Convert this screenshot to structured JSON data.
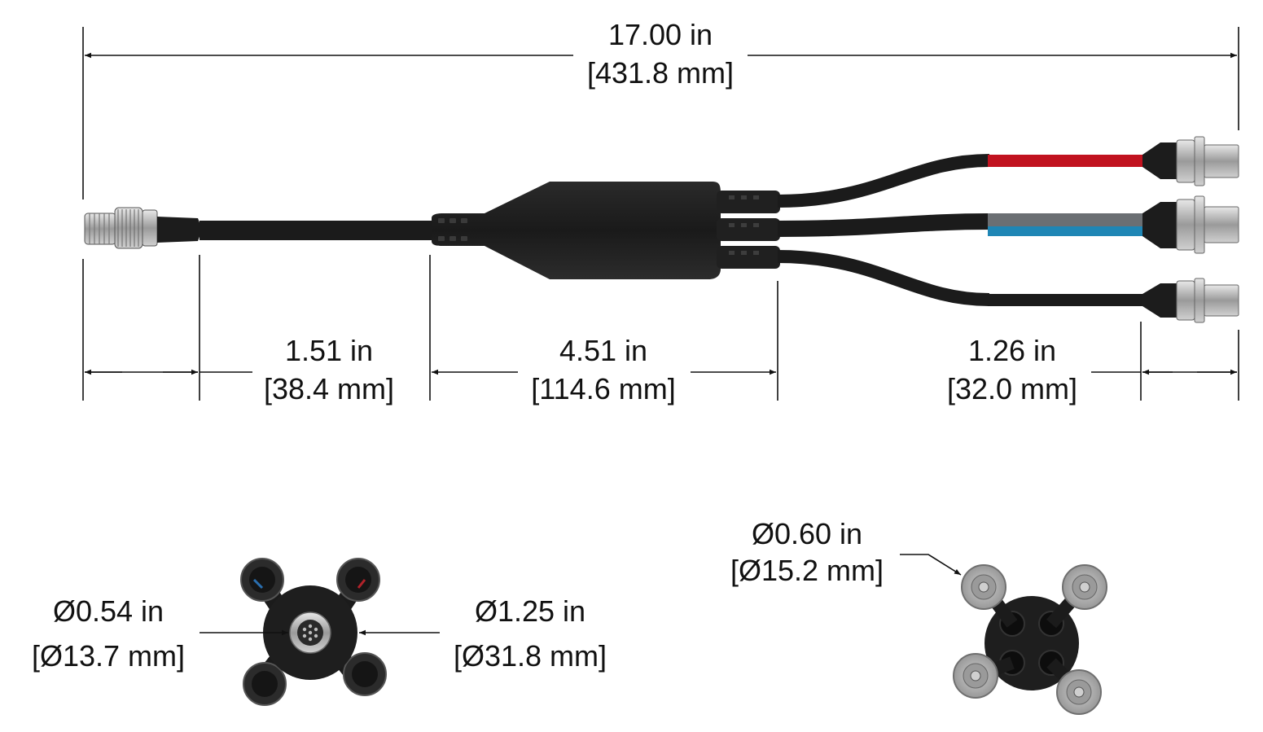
{
  "colors": {
    "line": "#111111",
    "cable": "#1b1b1b",
    "red": "#c1121f",
    "gray": "#6b6f73",
    "blue": "#1f86b5",
    "metal": "#b4b4b4"
  },
  "dimensions": {
    "overall": {
      "in": "17.00 in",
      "mm": "[431.8 mm]"
    },
    "left": {
      "in": "1.51 in",
      "mm": "[38.4 mm]"
    },
    "middle": {
      "in": "4.51 in",
      "mm": "[114.6 mm]"
    },
    "right": {
      "in": "1.26 in",
      "mm": "[32.0 mm]"
    },
    "end_left_inner": {
      "in": "Ø0.54 in",
      "mm": "[Ø13.7 mm]"
    },
    "end_left_outer": {
      "in": "Ø1.25 in",
      "mm": "[Ø31.8 mm]"
    },
    "end_right_bnc": {
      "in": "Ø0.60 in",
      "mm": "[Ø15.2 mm]"
    }
  }
}
